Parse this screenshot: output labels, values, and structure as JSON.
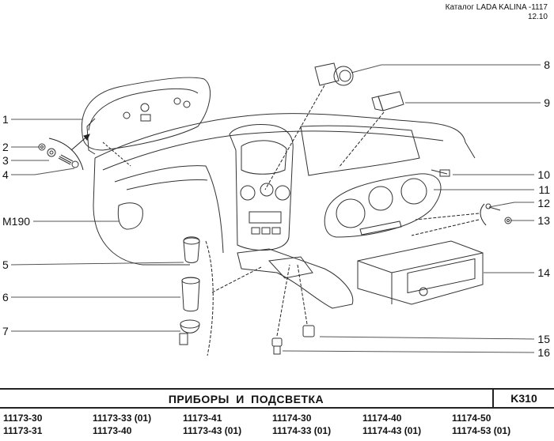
{
  "header": {
    "catalog_title": "Каталог LADA KALINA -1117",
    "date": "12.10"
  },
  "callouts": {
    "left": [
      {
        "id": "1",
        "label": "1"
      },
      {
        "id": "2",
        "label": "2"
      },
      {
        "id": "3",
        "label": "3"
      },
      {
        "id": "4",
        "label": "4"
      },
      {
        "id": "m190",
        "label": "M190"
      },
      {
        "id": "5",
        "label": "5"
      },
      {
        "id": "6",
        "label": "6"
      },
      {
        "id": "7",
        "label": "7"
      }
    ],
    "right": [
      {
        "id": "8",
        "label": "8"
      },
      {
        "id": "9",
        "label": "9"
      },
      {
        "id": "10",
        "label": "10"
      },
      {
        "id": "11",
        "label": "11"
      },
      {
        "id": "12",
        "label": "12"
      },
      {
        "id": "13",
        "label": "13"
      },
      {
        "id": "14",
        "label": "14"
      },
      {
        "id": "15",
        "label": "15"
      },
      {
        "id": "16",
        "label": "16"
      }
    ]
  },
  "section": {
    "title": "ПРИБОРЫ   И   ПОДСВЕТКА",
    "code": "K310"
  },
  "models": [
    [
      "11173-30",
      "11173-31"
    ],
    [
      "11173-33 (01)",
      "11173-40"
    ],
    [
      "11173-41",
      "11173-43 (01)"
    ],
    [
      "11174-30",
      "11174-33 (01)"
    ],
    [
      "11174-40",
      "11174-43 (01)"
    ],
    [
      "11174-50",
      "11174-53 (01)"
    ]
  ]
}
